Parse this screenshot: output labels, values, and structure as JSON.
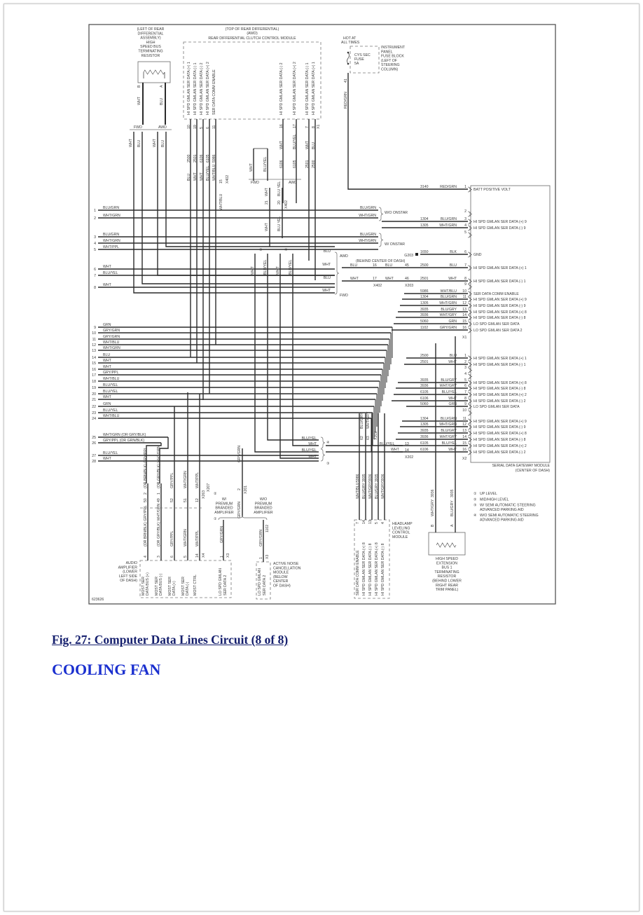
{
  "page": {
    "figure_caption": "Fig. 27: Computer Data Lines Circuit (8 of 8)",
    "section_heading": "COOLING FAN",
    "colors": {
      "caption": "#16206e",
      "heading": "#1b30cf",
      "wire": "#2a2a2a",
      "frame": "#555555"
    }
  },
  "diagram": {
    "figure_id": "623626",
    "rear_resistor": {
      "lines": [
        "(LEFT OF REAR",
        "DIFFERENTIAL",
        "ASSEMBLY)",
        "HIGH",
        "SPEED BUS",
        "TERMINATING",
        "RESISTOR"
      ],
      "pin_b": "B",
      "pin_a": "A",
      "wire_b": "WHT",
      "wire_a": "BLU",
      "fwd": "FWD",
      "awd": "AWD",
      "branch_wires": [
        "WHT",
        "BLU",
        "WHT",
        "BLU"
      ]
    },
    "rdccm": {
      "location": "(TOP OF REAR DIFFERENTIAL)",
      "variant": "(AWD)",
      "name": "REAR DIFFERENTIAL CLUTCH CONTROL MODULE",
      "left_pins": [
        {
          "pin": "10",
          "func": "HI SPD GMLAN SER DATA (+) 1",
          "circuit": "2500",
          "color": "BLU"
        },
        {
          "pin": "19",
          "func": "HI SPD GMLAN SER DATA (-) 1",
          "circuit": "2501",
          "color": "WHT"
        },
        {
          "pin": "5",
          "func": "HI SPD GMLAN SER DATA (-) 2",
          "circuit": "6106",
          "color": "WHT"
        },
        {
          "pin": "6",
          "func": "HI SPD GMLAN SER DATA (+) 2",
          "circuit": "6105",
          "color": "BLU/YEL"
        },
        {
          "pin": "11",
          "func": "SER DATA COMM ENABLE",
          "circuit": "5986",
          "color": "WHT/BLU"
        }
      ],
      "right_pins": [
        {
          "pin": "16",
          "func": "HI SPD GMLAN SER DATA (-) 2",
          "circuit": "6106",
          "color": "WHT"
        },
        {
          "pin": "17",
          "func": "HI SPD GMLAN SER DATA (+) 2",
          "circuit": "6105",
          "color": "BLU/YEL"
        },
        {
          "pin": "7",
          "func": "HI SPD GMLAN SER DATA (-) 1",
          "circuit": "2501",
          "color": "WHT"
        },
        {
          "pin": "8",
          "func": "HI SPD GMLAN SER DATA (+) 1",
          "circuit": "2500",
          "color": "BLU"
        }
      ],
      "connector": "X1",
      "x402_label": "X402",
      "x402_pin": "15",
      "x402_color": "WHT/BLU"
    },
    "middle": {
      "fwd": "FWD",
      "awd": "AWD",
      "wires": [
        "WHT",
        "BLU/YEL",
        "WHT",
        "BLU YEL"
      ],
      "x402_pins": [
        "21",
        "20"
      ],
      "x402": "X402",
      "mid_wires": [
        "WHT",
        "BLU YEL"
      ],
      "circled": [
        "③",
        "④"
      ],
      "lower_wires": [
        "WHT",
        "BLU/YEL",
        "WHT",
        "BLU/YEL"
      ]
    },
    "fuse": {
      "hot": [
        "HOT AT",
        "ALL TIMES"
      ],
      "fuse": [
        "CYS SEC",
        "FUSE",
        "5A"
      ],
      "block": [
        "INSTRUMENT",
        "PANEL",
        "FUSE BLOCK",
        "(LEFT OF",
        "STEERING",
        "COLUMN)"
      ],
      "pin": "41",
      "wire": "RED/GRN"
    },
    "left_rows": [
      {
        "pin": "1",
        "color": "BLU/GRN"
      },
      {
        "pin": "2",
        "color": "WHT/GRN"
      },
      {
        "pin": "3",
        "color": "BLU/GRN"
      },
      {
        "pin": "4",
        "color": "WHT/GRN"
      },
      {
        "pin": "5",
        "color": "WHT/PPL"
      },
      {
        "pin": "6",
        "color": "WHT"
      },
      {
        "pin": "7",
        "color": "BLU/YEL"
      },
      {
        "pin": "8",
        "color": "WHT"
      },
      {
        "pin": "9",
        "color": "GRN"
      },
      {
        "pin": "10",
        "color": "GRY/GRN"
      },
      {
        "pin": "11",
        "color": "GRY/GRN"
      },
      {
        "pin": "12",
        "color": "WHT/BLU"
      },
      {
        "pin": "13",
        "color": "WHT/GRN"
      },
      {
        "pin": "14",
        "color": "BLU"
      },
      {
        "pin": "15",
        "color": "WHT"
      },
      {
        "pin": "16",
        "color": "WHT"
      },
      {
        "pin": "17",
        "color": "GRY/PPL"
      },
      {
        "pin": "18",
        "color": "WHT/BLU"
      },
      {
        "pin": "19",
        "color": "BLU/YEL"
      },
      {
        "pin": "20",
        "color": "BLU/YEL"
      },
      {
        "pin": "21",
        "color": "WHT"
      },
      {
        "pin": "22",
        "color": "GRN"
      },
      {
        "pin": "23",
        "color": "BLU/YEL"
      },
      {
        "pin": "24",
        "color": "WHT/BLU"
      },
      {
        "pin": "25",
        "color": "WHT/GRN   (OR GRY/BLK)"
      },
      {
        "pin": "26",
        "color": "GRY/PPL   (OR GRN/BLK)"
      },
      {
        "pin": "27",
        "color": "BLU/YEL"
      },
      {
        "pin": "28",
        "color": "WHT"
      }
    ],
    "onstar": {
      "wo_wires": [
        "BLU/GRN",
        "WHT/GRN"
      ],
      "wo_label": "W/O ONSTAR",
      "w_wires": [
        "BLU/GRN",
        "WHT/GRN"
      ],
      "w_label": "W/ ONSTAR"
    },
    "splice": {
      "left_wires": [
        "BLU",
        "WHT",
        "BLU",
        "WHT"
      ],
      "awd": "AWD",
      "fwd": "FWD",
      "location": "(BEHIND CENTER OF DASH)",
      "g203": "G203",
      "row1": {
        "color_a": "BLU",
        "pin_a": "16",
        "color_b": "BLU",
        "pin_b": "45"
      },
      "row2": {
        "color_a": "WHT",
        "pin_a": "17",
        "color_b": "WHT",
        "pin_b": "46"
      },
      "x402": "X402",
      "x203": "X203"
    },
    "lower_mid": {
      "brace4_wires": [
        "BLU/YEL",
        "WHT"
      ],
      "brace3_wires": [
        "BLU/YEL",
        "WHT"
      ],
      "marker4": "④",
      "marker3": "③",
      "x203_pins": [
        "62",
        "63"
      ],
      "x203_colors": [
        "BLU/GRY",
        "WHT/GRY"
      ],
      "x203": "X203",
      "x202_rows": [
        {
          "color": "BLU/YEL",
          "pin": "13"
        },
        {
          "color": "WHT",
          "pin": "14"
        }
      ],
      "x202": "X202"
    },
    "gateway": {
      "name": "SERIAL DATA GATEWAY MODULE",
      "location": "(CENTER OF DASH)",
      "x1_label": "X1",
      "x2_label": "X2",
      "x1": [
        {
          "pin": "1",
          "circuit": "3140",
          "color": "RED/GRN",
          "func": "BATT POSITIVE VOLT"
        },
        {
          "pin": "2",
          "circuit": "",
          "color": "",
          "func": ""
        },
        {
          "pin": "3",
          "circuit": "1304",
          "color": "BLU/GRN",
          "func": "HI SPD GMLAN SER DATA (+) 9"
        },
        {
          "pin": "4",
          "circuit": "1305",
          "color": "WHT/GRN",
          "func": "HI SPD GMLAN SER DATA (-) 9"
        },
        {
          "pin": "5",
          "circuit": "",
          "color": "",
          "func": ""
        },
        {
          "pin": "6",
          "circuit": "1650",
          "color": "BLK",
          "func": "GND"
        },
        {
          "pin": "7",
          "circuit": "2500",
          "color": "BLU",
          "func": "HI SPD GMLAN SER DATA (+) 1"
        },
        {
          "pin": "8",
          "circuit": "2501",
          "color": "WHT",
          "func": "HI SPD GMLAN SER DATA (-) 1"
        },
        {
          "pin": "9",
          "circuit": "",
          "color": "",
          "func": ""
        },
        {
          "pin": "10",
          "circuit": "5986",
          "color": "WHT/BLU",
          "func": "SER DATA COMM ENABLE"
        },
        {
          "pin": "11",
          "circuit": "1304",
          "color": "BLU/GRN",
          "func": "HI SPD GMLAN SER DATA (+) 9"
        },
        {
          "pin": "12",
          "circuit": "1305",
          "color": "WHT/GRN",
          "func": "HI SPD GMLAN SER DATA (-) 9"
        },
        {
          "pin": "13",
          "circuit": "3935",
          "color": "BLU/GRY",
          "func": "HI SPD GMLAN SER DATA (+) 8"
        },
        {
          "pin": "14",
          "circuit": "3936",
          "color": "WHT/GRY",
          "func": "HI SPD GMLAN SER DATA (-) 8"
        },
        {
          "pin": "15",
          "circuit": "5060",
          "color": "GRN",
          "func": "LO SPD GMLAN SER DATA"
        },
        {
          "pin": "16",
          "circuit": "1102",
          "color": "GRY/GRN",
          "func": "LO SPD GMLAN SER DATA 2"
        }
      ],
      "x2": [
        {
          "pin": "1",
          "circuit": "2500",
          "color": "BLU",
          "func": "HI SPD GMLAN SER DATA (+) 1"
        },
        {
          "pin": "2",
          "circuit": "2501",
          "color": "WHT",
          "func": "HI SPD GMLAN SER DATA (-) 1"
        },
        {
          "pin": "3",
          "circuit": "",
          "color": "",
          "func": ""
        },
        {
          "pin": "4",
          "circuit": "",
          "color": "",
          "func": ""
        },
        {
          "pin": "5",
          "circuit": "3935",
          "color": "BLU/GRY",
          "func": "HI SPD GMLAN SER DATA (+) 8"
        },
        {
          "pin": "6",
          "circuit": "3936",
          "color": "WHT/GRY",
          "func": "HI SPD GMLAN SER DATA (-) 8"
        },
        {
          "pin": "7",
          "circuit": "6105",
          "color": "BLU/YEL",
          "func": "HI SPD GMLAN SER DATA (+) 2"
        },
        {
          "pin": "8",
          "circuit": "6106",
          "color": "WHT",
          "func": "HI SPD GMLAN SER DATA (-) 2"
        },
        {
          "pin": "9",
          "circuit": "5060",
          "color": "GRN",
          "func": "LO SPD GMLAN SER DATA"
        },
        {
          "pin": "10",
          "circuit": "",
          "color": "",
          "func": ""
        },
        {
          "pin": "11",
          "circuit": "1304",
          "color": "BLU/GRN",
          "func": "HI SPD GMLAN SER DATA (+) 9"
        },
        {
          "pin": "12",
          "circuit": "1305",
          "color": "WHT/GRN",
          "func": "HI SPD GMLAN SER DATA (-) 9"
        },
        {
          "pin": "13",
          "circuit": "3935",
          "color": "BLU/GRY",
          "func": "HI SPD GMLAN SER DATA (+) 8"
        },
        {
          "pin": "14",
          "circuit": "3936",
          "color": "WHT/GRY",
          "func": "HI SPD GMLAN SER DATA (-) 8"
        },
        {
          "pin": "15",
          "circuit": "6105",
          "color": "BLU/YEL",
          "func": "HI SPD GMLAN SER DATA (+) 2"
        },
        {
          "pin": "16",
          "circuit": "6106",
          "color": "WHT",
          "func": "HI SPD GMLAN SER DATA (-) 2"
        }
      ]
    },
    "headlamp": {
      "name": [
        "HEADLAMP",
        "LEVELING",
        "CONTROL",
        "MODULE"
      ],
      "pins": [
        {
          "pin": "7",
          "circuit": "5986",
          "color": "WHT/BLU",
          "func": "SER DATA COMM ENABLE"
        },
        {
          "pin": "14",
          "circuit": "3935",
          "color": "BLU/GRY",
          "func": "HI SPD GMLAN SER DATA (+) 8"
        },
        {
          "pin": "13",
          "circuit": "3936",
          "color": "WHT/GRY",
          "func": "HI SPD GMLAN SER DATA (-) 8"
        },
        {
          "pin": "5",
          "circuit": "3935",
          "color": "BLU/GRY",
          "func": "HI SPD GMLAN SER DATA (+) 8"
        },
        {
          "pin": "4",
          "circuit": "3936",
          "color": "WHT/GRY",
          "func": "HI SPD GMLAN SER DATA (-) 8"
        }
      ]
    },
    "ext_resistor": {
      "pins": [
        {
          "pin": "B",
          "circuit": "3936",
          "color": "WHT/GRY"
        },
        {
          "pin": "A",
          "circuit": "3935",
          "color": "BLU/GRY"
        }
      ],
      "lines": [
        "HIGH SPEED",
        "EXTENSION",
        "BUS 1",
        "TERMINATING",
        "RESISTOR",
        "(BEHIND LOWER",
        "RIGHT REAR",
        "TRIM PANEL)"
      ]
    },
    "legend": [
      {
        "mark": "①",
        "lines": [
          "UP LEVEL"
        ]
      },
      {
        "mark": "②",
        "lines": [
          "MID/HIGH LEVEL"
        ]
      },
      {
        "mark": "③",
        "lines": [
          "W/ SEMI AUTOMATIC STEERING",
          "ADVANCED PARKING AID"
        ]
      },
      {
        "mark": "④",
        "lines": [
          "W/O SEMI AUTOMATIC STEERING",
          "ADVANCED PARKING AID"
        ]
      }
    ],
    "audio": {
      "name": [
        "AUDIO",
        "AMPLIFIER",
        "(LOWER",
        "LEFT SIDE",
        "OF DASH)"
      ],
      "upper_pins": [
        {
          "pin": "50",
          "color": "(OR BRN/BLK) GRY/PPL",
          "alt": "2"
        },
        {
          "pin": "49",
          "color": "(OR GRY/BLK) WHT/GRN",
          "alt": "1"
        },
        {
          "pin": "52",
          "color": "GRY/PPL",
          "alt": ""
        },
        {
          "pin": "51",
          "color": "WHT/GRN",
          "alt": ""
        },
        {
          "pin": "12",
          "color": "WHT/PPL",
          "alt": ""
        }
      ],
      "x_labels": [
        "X263",
        "X207"
      ],
      "markers": [
        "②",
        "①"
      ],
      "pins": [
        {
          "pin": "4",
          "color": "(OR BRN/BLK) GRY/PPL",
          "func": [
            "MOST SER",
            "DATA BUS (+)"
          ]
        },
        {
          "pin": "3",
          "color": "(OR GRY/BLK) WHT/GRN",
          "func": [
            "MOST SER",
            "DATA BUS (-)"
          ]
        },
        {
          "pin": "6",
          "color": "GRY/PPL",
          "func": [
            "MOST SER",
            "DATA (+)"
          ]
        },
        {
          "pin": "5",
          "color": "WHT/GRN",
          "func": [
            "MOST SER",
            "DATA (-)"
          ]
        },
        {
          "pin": "14",
          "color": "WHT/PPL",
          "func": [
            "MOST CTRL"
          ]
        }
      ],
      "x4": "X4",
      "lo_pin": {
        "pin": "1",
        "color": "GRY/GRN",
        "func": [
          "LO SPD GMLAN",
          "SER DATA 2"
        ],
        "conn": "X3"
      }
    },
    "amp_options": {
      "with": [
        "W/",
        "PREMIUM",
        "BRANDED",
        "AMPLIFIER"
      ],
      "without": [
        "W/O",
        "PREMIUM",
        "BRANDED",
        "AMPLIFIER"
      ],
      "x201_pin": "2",
      "x201": "X201",
      "x201_color": "GRY/GRN"
    },
    "anc": {
      "name": [
        "ACTIVE NOISE",
        "CANCELLATION",
        "MODULE",
        "(BELOW",
        "CENTER",
        "OF DASH)"
      ],
      "pin": {
        "pin": "1",
        "circuit": "1102",
        "color": "GRY/GRN",
        "func": [
          "LO SPD GMLAN",
          "SER DATA 2"
        ],
        "conn": "X3"
      }
    }
  }
}
